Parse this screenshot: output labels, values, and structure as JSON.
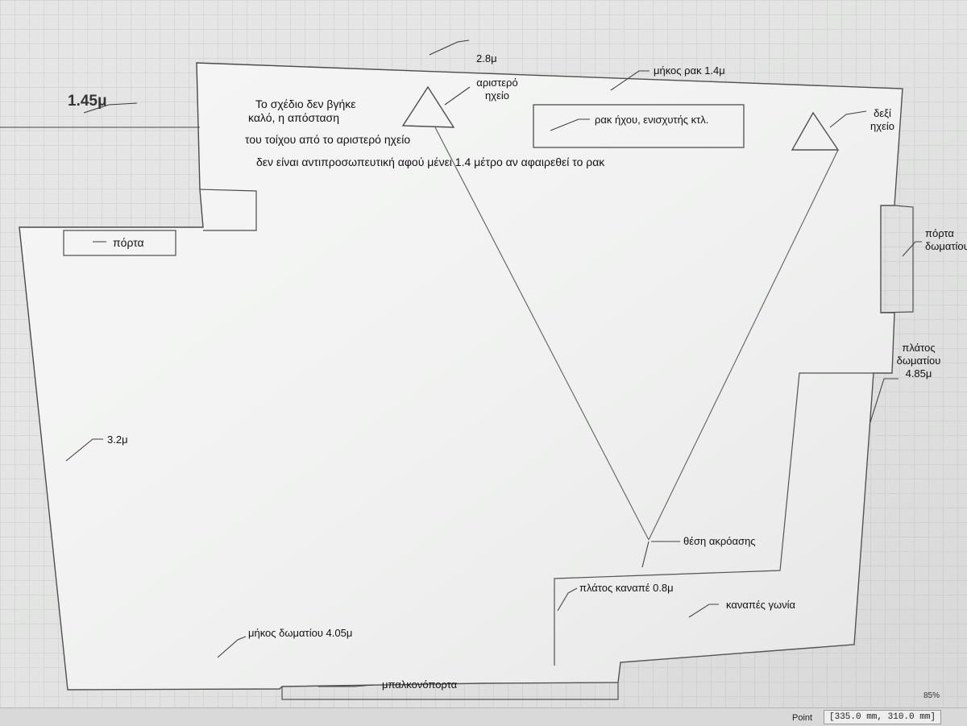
{
  "labels": {
    "dim_top": "2.8μ",
    "dim_left_top": "1.45μ",
    "left_speaker": "αριστερό ηχείο",
    "right_speaker": "δεξί ηχείο",
    "rack_length": "μήκος ρακ 1.4μ",
    "rack_box": "ρακ ήχου, ενισχυτής κτλ.",
    "note_line1": "Το σχέδιο δεν βγήκε",
    "note_line2": "καλό, η απόσταση",
    "note_line3": "του τοίχου από το αριστερό ηχείο",
    "note_line4": "δεν είναι αντιπροσωπευτική αφού μένει 1.4 μέτρο αν αφαιρεθεί το ρακ",
    "door_left": "πόρτα",
    "door_right": "πόρτα δωματίου",
    "room_width": "πλάτος δωματίου 4.85μ",
    "dim_left_side": "3.2μ",
    "listening_position": "θέση ακρόασης",
    "sofa_width": "πλάτος καναπέ 0.8μ",
    "sofa_corner": "καναπές γωνία",
    "room_length": "μήκος δωματίου 4.05μ",
    "balcony_door": "μπαλκονόπορτα"
  },
  "status": {
    "zoom": "85%",
    "mode": "Point",
    "coords": "[335.0 mm, 310.0 mm]"
  },
  "colors": {
    "paper": "#f2f3f2",
    "grid": "#c9cac9",
    "ink": "#444444",
    "background": "#e4e5e4"
  }
}
